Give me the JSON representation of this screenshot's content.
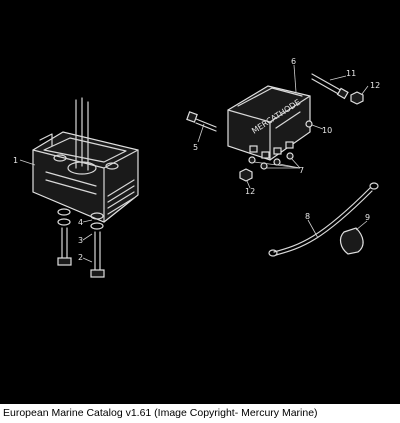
{
  "diagram": {
    "callouts": [
      "1",
      "2",
      "3",
      "4",
      "5",
      "6",
      "7",
      "8",
      "9",
      "10",
      "11",
      "12",
      "12"
    ],
    "module_text": "MERCATHODE"
  },
  "footer": {
    "caption": "European Marine Catalog v1.61 (Image Copyright- Mercury Marine)"
  }
}
